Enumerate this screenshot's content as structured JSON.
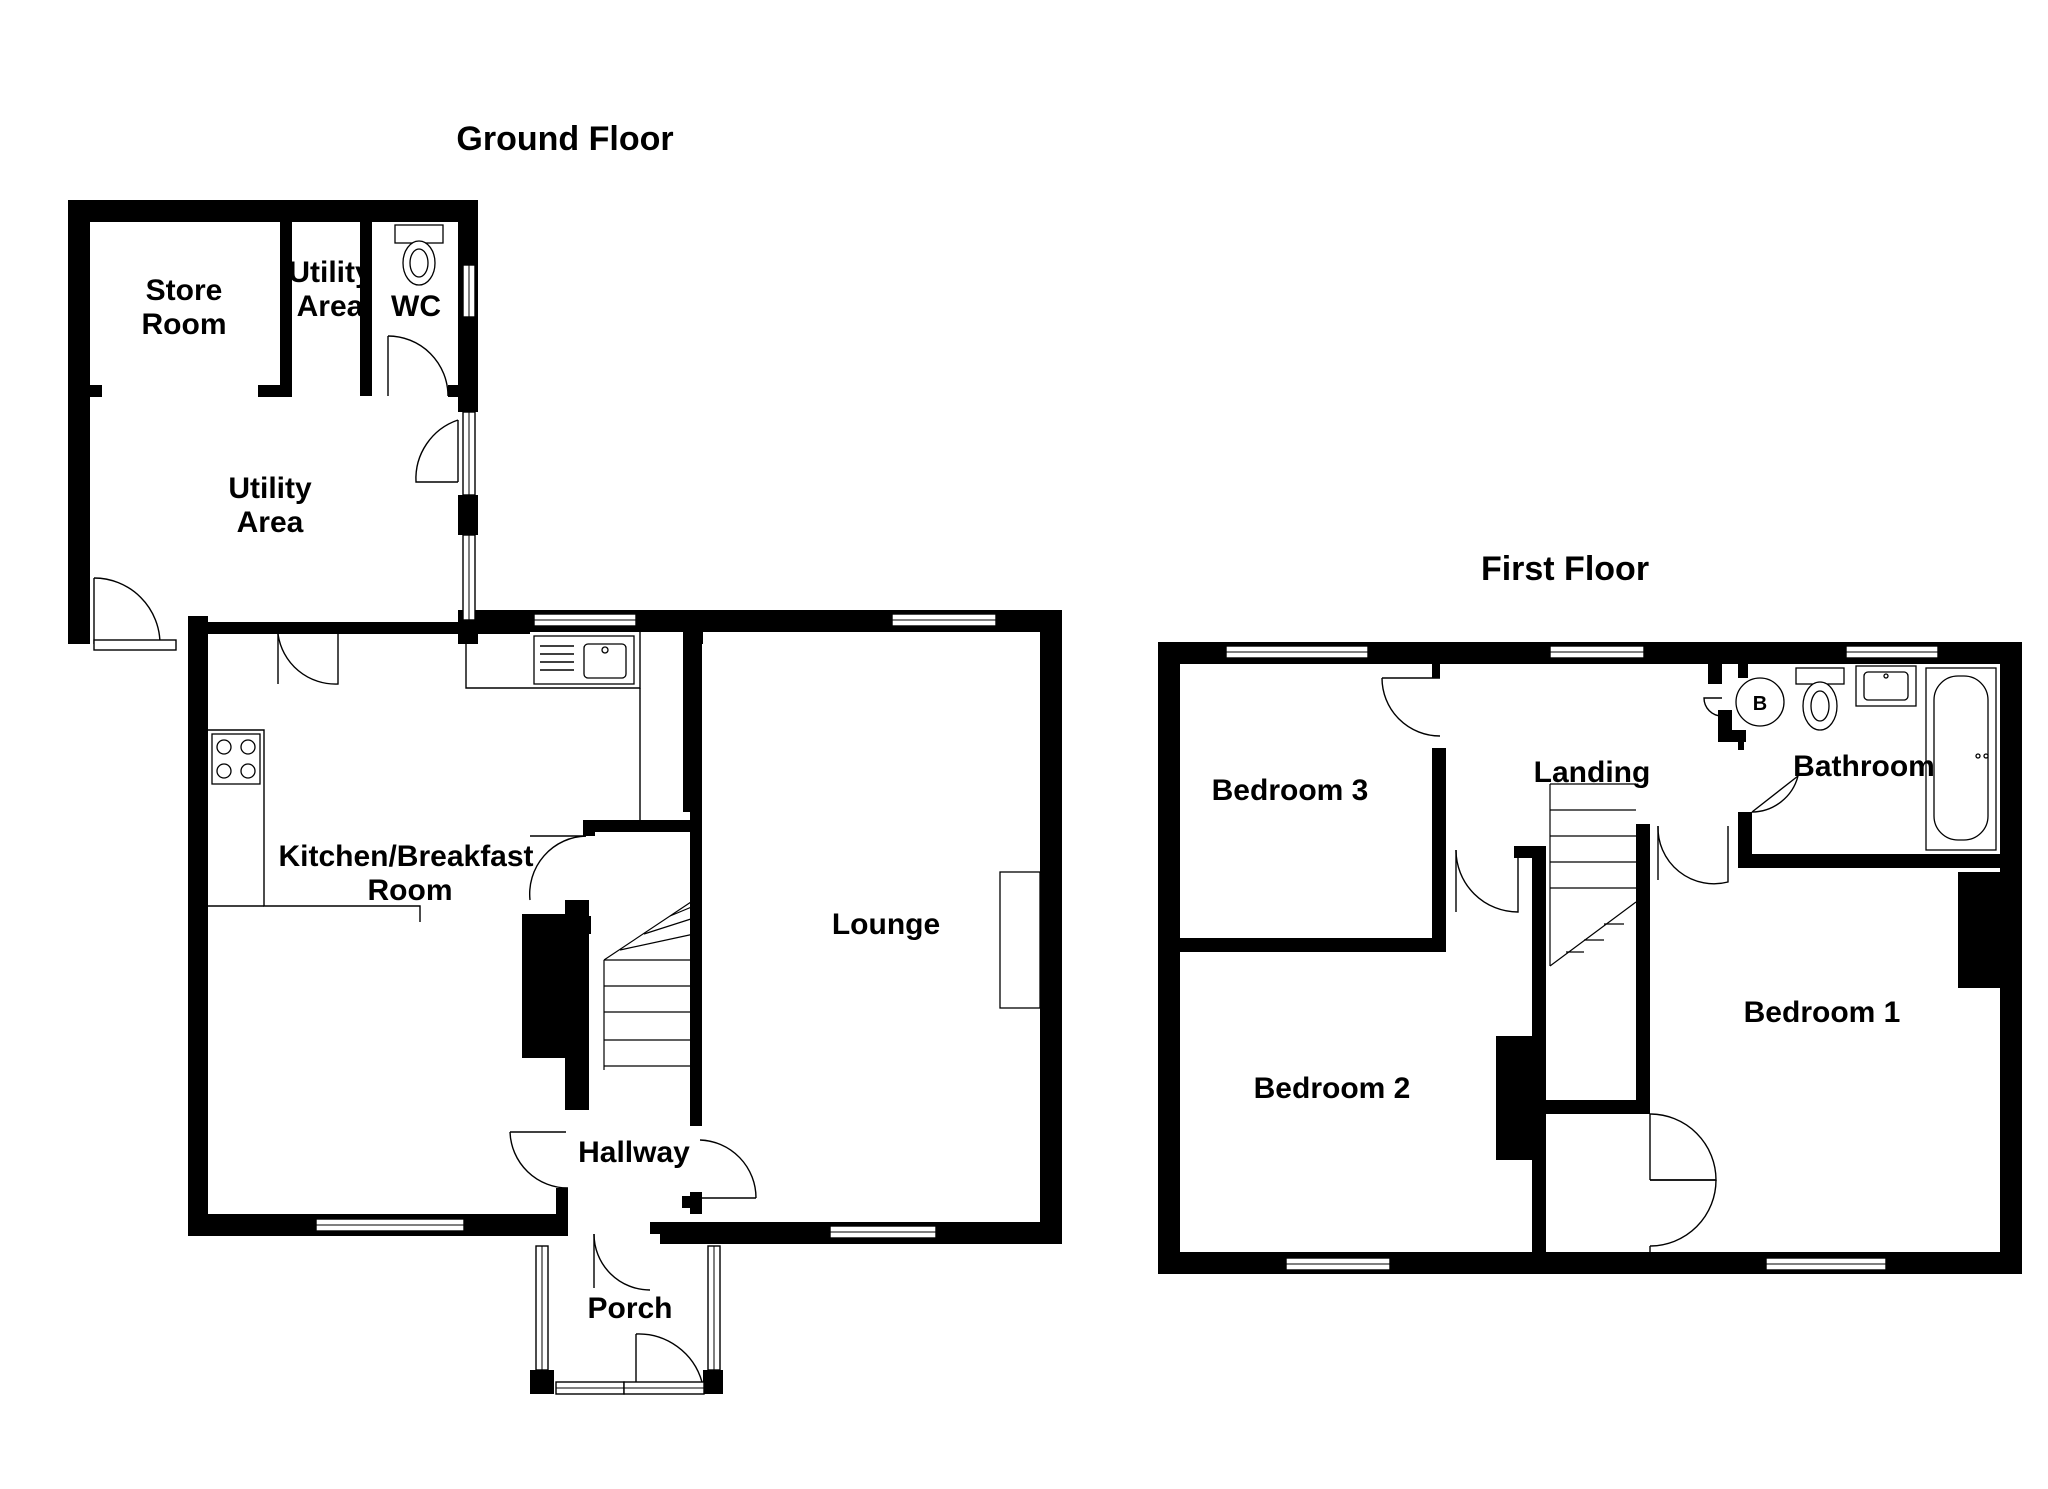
{
  "titles": {
    "ground_floor": "Ground Floor",
    "first_floor": "First Floor"
  },
  "ground_rooms": {
    "store_room": [
      "Store",
      "Room"
    ],
    "utility_small": [
      "Utility",
      "Area"
    ],
    "wc": "WC",
    "utility_area": [
      "Utility",
      "Area"
    ],
    "kitchen": [
      "Kitchen/Breakfast",
      "Room"
    ],
    "lounge": "Lounge",
    "hallway": "Hallway",
    "porch": "Porch"
  },
  "first_rooms": {
    "bedroom_3": "Bedroom 3",
    "landing": "Landing",
    "bathroom": "Bathroom",
    "bedroom_1": "Bedroom 1",
    "bedroom_2": "Bedroom 2"
  },
  "boiler_label": "B",
  "icons": [
    "door-icon",
    "window-icon",
    "stairs-icon",
    "toilet-icon",
    "sink-icon",
    "hob-icon",
    "bath-icon",
    "boiler-icon",
    "chimney-breast-icon"
  ]
}
